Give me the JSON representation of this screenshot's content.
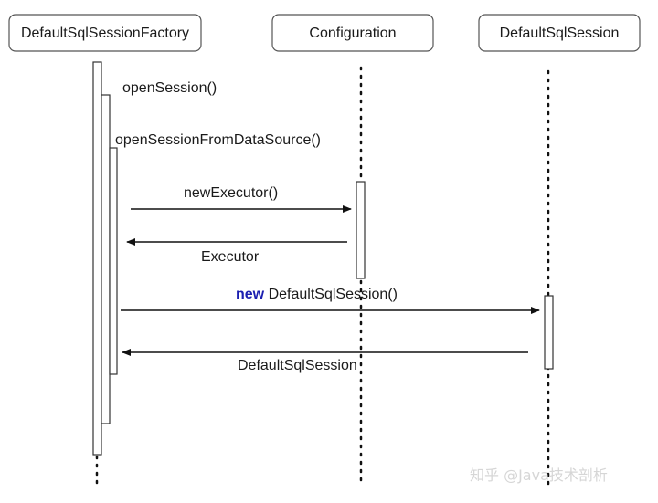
{
  "participants": {
    "factory": "DefaultSqlSessionFactory",
    "configuration": "Configuration",
    "session": "DefaultSqlSession"
  },
  "messages": {
    "open_session": "openSession()",
    "open_from_datasource": "openSessionFromDataSource()",
    "new_executor": "newExecutor()",
    "executor_return": "Executor",
    "new_keyword": "new",
    "new_session": " DefaultSqlSession()",
    "session_return": "DefaultSqlSession"
  },
  "watermark": "知乎 @Java技术剖析"
}
